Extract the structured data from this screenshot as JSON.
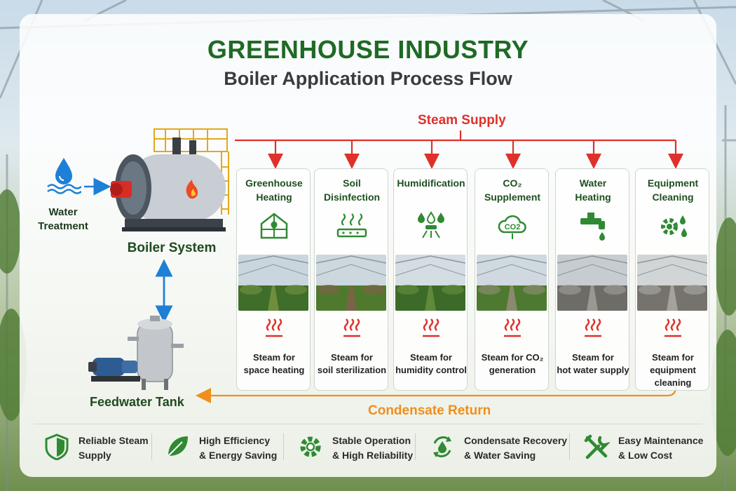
{
  "title": "GREENHOUSE INDUSTRY",
  "subtitle": "Boiler Application Process Flow",
  "steam_supply_label": "Steam Supply",
  "condensate_return_label": "Condensate Return",
  "water_treatment_label": "Water\nTreatment",
  "boiler_label": "Boiler System",
  "feedwater_label": "Feedwater Tank",
  "colors": {
    "green": "#1f6a25",
    "red": "#e0302a",
    "orange": "#ef8f1c",
    "blue": "#1e7fd6"
  },
  "applications": [
    {
      "title": "Greenhouse\nHeating",
      "icon": "greenhouse-icon",
      "desc": "Steam for\nspace heating"
    },
    {
      "title": "Soil\nDisinfection",
      "icon": "soil-steam-icon",
      "desc": "Steam for\nsoil sterilization"
    },
    {
      "title": "Humidification",
      "icon": "sprayer-icon",
      "desc": "Steam for\nhumidity control"
    },
    {
      "title": "CO₂\nSupplement",
      "icon": "co2-cloud-icon",
      "desc": "Steam for CO₂\ngeneration"
    },
    {
      "title": "Water\nHeating",
      "icon": "faucet-icon",
      "desc": "Steam for\nhot water supply"
    },
    {
      "title": "Equipment\nCleaning",
      "icon": "gear-drops-icon",
      "desc": "Steam for\nequipment\ncleaning"
    }
  ],
  "features": [
    {
      "text": "Reliable Steam\nSupply",
      "icon": "shield-icon"
    },
    {
      "text": "High Efficiency\n& Energy Saving",
      "icon": "leaf-icon"
    },
    {
      "text": "Stable Operation\n& High Reliability",
      "icon": "gear-icon"
    },
    {
      "text": "Condensate Recovery\n& Water Saving",
      "icon": "recycle-drop-icon"
    },
    {
      "text": "Easy Maintenance\n& Low Cost",
      "icon": "tools-icon"
    }
  ]
}
